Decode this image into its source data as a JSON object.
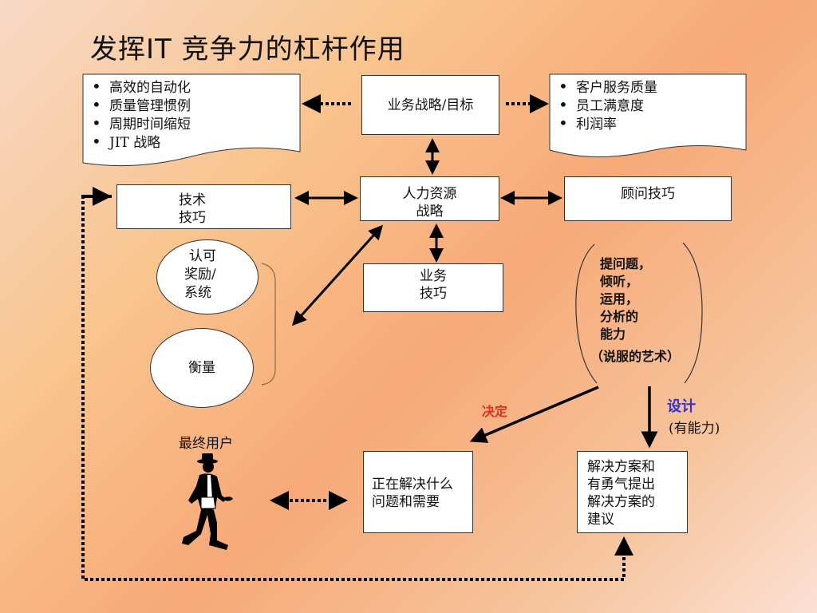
{
  "title": "发挥IT 竞争力的杠杆作用",
  "left_list": [
    "高效的自动化",
    "质量管理惯例",
    "周期时间缩短",
    "JIT 战略"
  ],
  "right_list": [
    "客户服务质量",
    "员工满意度",
    "利润率"
  ],
  "business_strategy": "业务战略/目标",
  "hr_strategy": {
    "line1": "人力资源",
    "line2": "战略"
  },
  "tech_skills": {
    "line1": "技术",
    "line2": "技巧"
  },
  "consult_skills": "顾问技巧",
  "business_skills": {
    "line1": "业务",
    "line2": "技巧"
  },
  "recognition": {
    "line1": "认可",
    "line2": "奖励/",
    "line3": "系统"
  },
  "measurement": "衡量",
  "persuasion": {
    "lines": [
      "提问题，",
      "倾听，",
      "运用，",
      "分析的",
      "能力"
    ],
    "art": "（说服的艺术）"
  },
  "decide_label": "决定",
  "design_label": "设计",
  "capable_label": "(有能力)",
  "end_user_label": "最终用户",
  "problem_box": {
    "line1": "正在解决什么",
    "line2": "问题和需要"
  },
  "solution_box": {
    "line1": "解决方案和",
    "line2": "有勇气提出",
    "line3": "解决方案的",
    "line4": "建议"
  },
  "colors": {
    "decide": "#e0301e",
    "design": "#3333cc"
  }
}
